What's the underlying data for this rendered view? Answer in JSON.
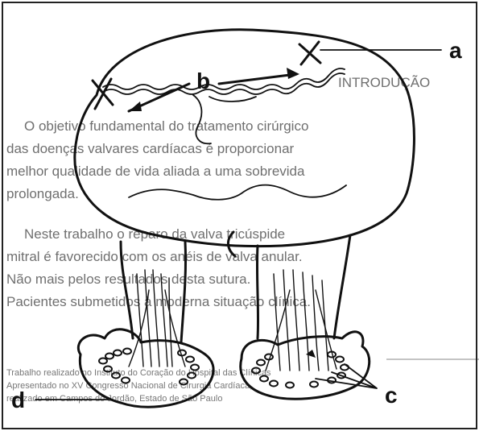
{
  "figure": {
    "labels": {
      "a": "a",
      "b": "b",
      "c": "c",
      "d": "d"
    },
    "background_text": {
      "heading": "INTRODUÇÃO",
      "lines": [
        "O objetivo fundamental do tratamento cirúrgico",
        "das doenças valvares cardíacas é proporcionar",
        "melhor qualidade de vida aliada a uma sobrevida",
        "prolongada.",
        "Neste trabalho o reparo da valva tricúspide",
        "mitral é favorecido com os anéis de valva anular.",
        "Não mais pelos resultados desta sutura.",
        "Pacientes submetidos à moderna situação clínica."
      ],
      "footnote": [
        "Trabalho realizado no Instituto do Coração do Hospital das Clínicas",
        "Apresentado no XV Congresso Nacional de Cirurgia Cardíaca,",
        "realizado em Campos do Jordão, Estado de São Paulo"
      ]
    }
  }
}
